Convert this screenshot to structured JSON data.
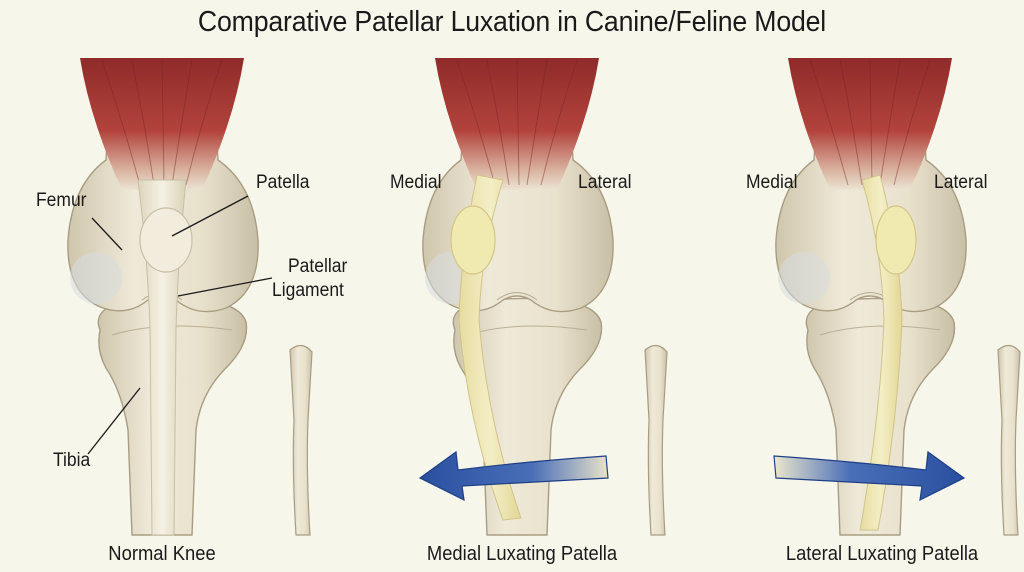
{
  "title": "Comparative Patellar Luxation in Canine/Feline Model",
  "panels": [
    {
      "caption": "Normal Knee",
      "labels": {
        "femur": "Femur",
        "patella": "Patella",
        "patellar_ligament_line1": "Patellar",
        "patellar_ligament_line2": "Ligament",
        "tibia": "Tibia"
      }
    },
    {
      "caption": "Medial Luxating Patella",
      "labels": {
        "medial": "Medial",
        "lateral": "Lateral"
      },
      "arrow_direction": "medial"
    },
    {
      "caption": "Lateral Luxating Patella",
      "labels": {
        "medial": "Medial",
        "lateral": "Lateral"
      },
      "arrow_direction": "lateral"
    }
  ],
  "colors": {
    "background": "#f7f6ea",
    "muscle": "#a83a36",
    "bone": "#e6dfcb",
    "patella_highlight": "#efe7a8",
    "arrow": "#2f56a8"
  }
}
